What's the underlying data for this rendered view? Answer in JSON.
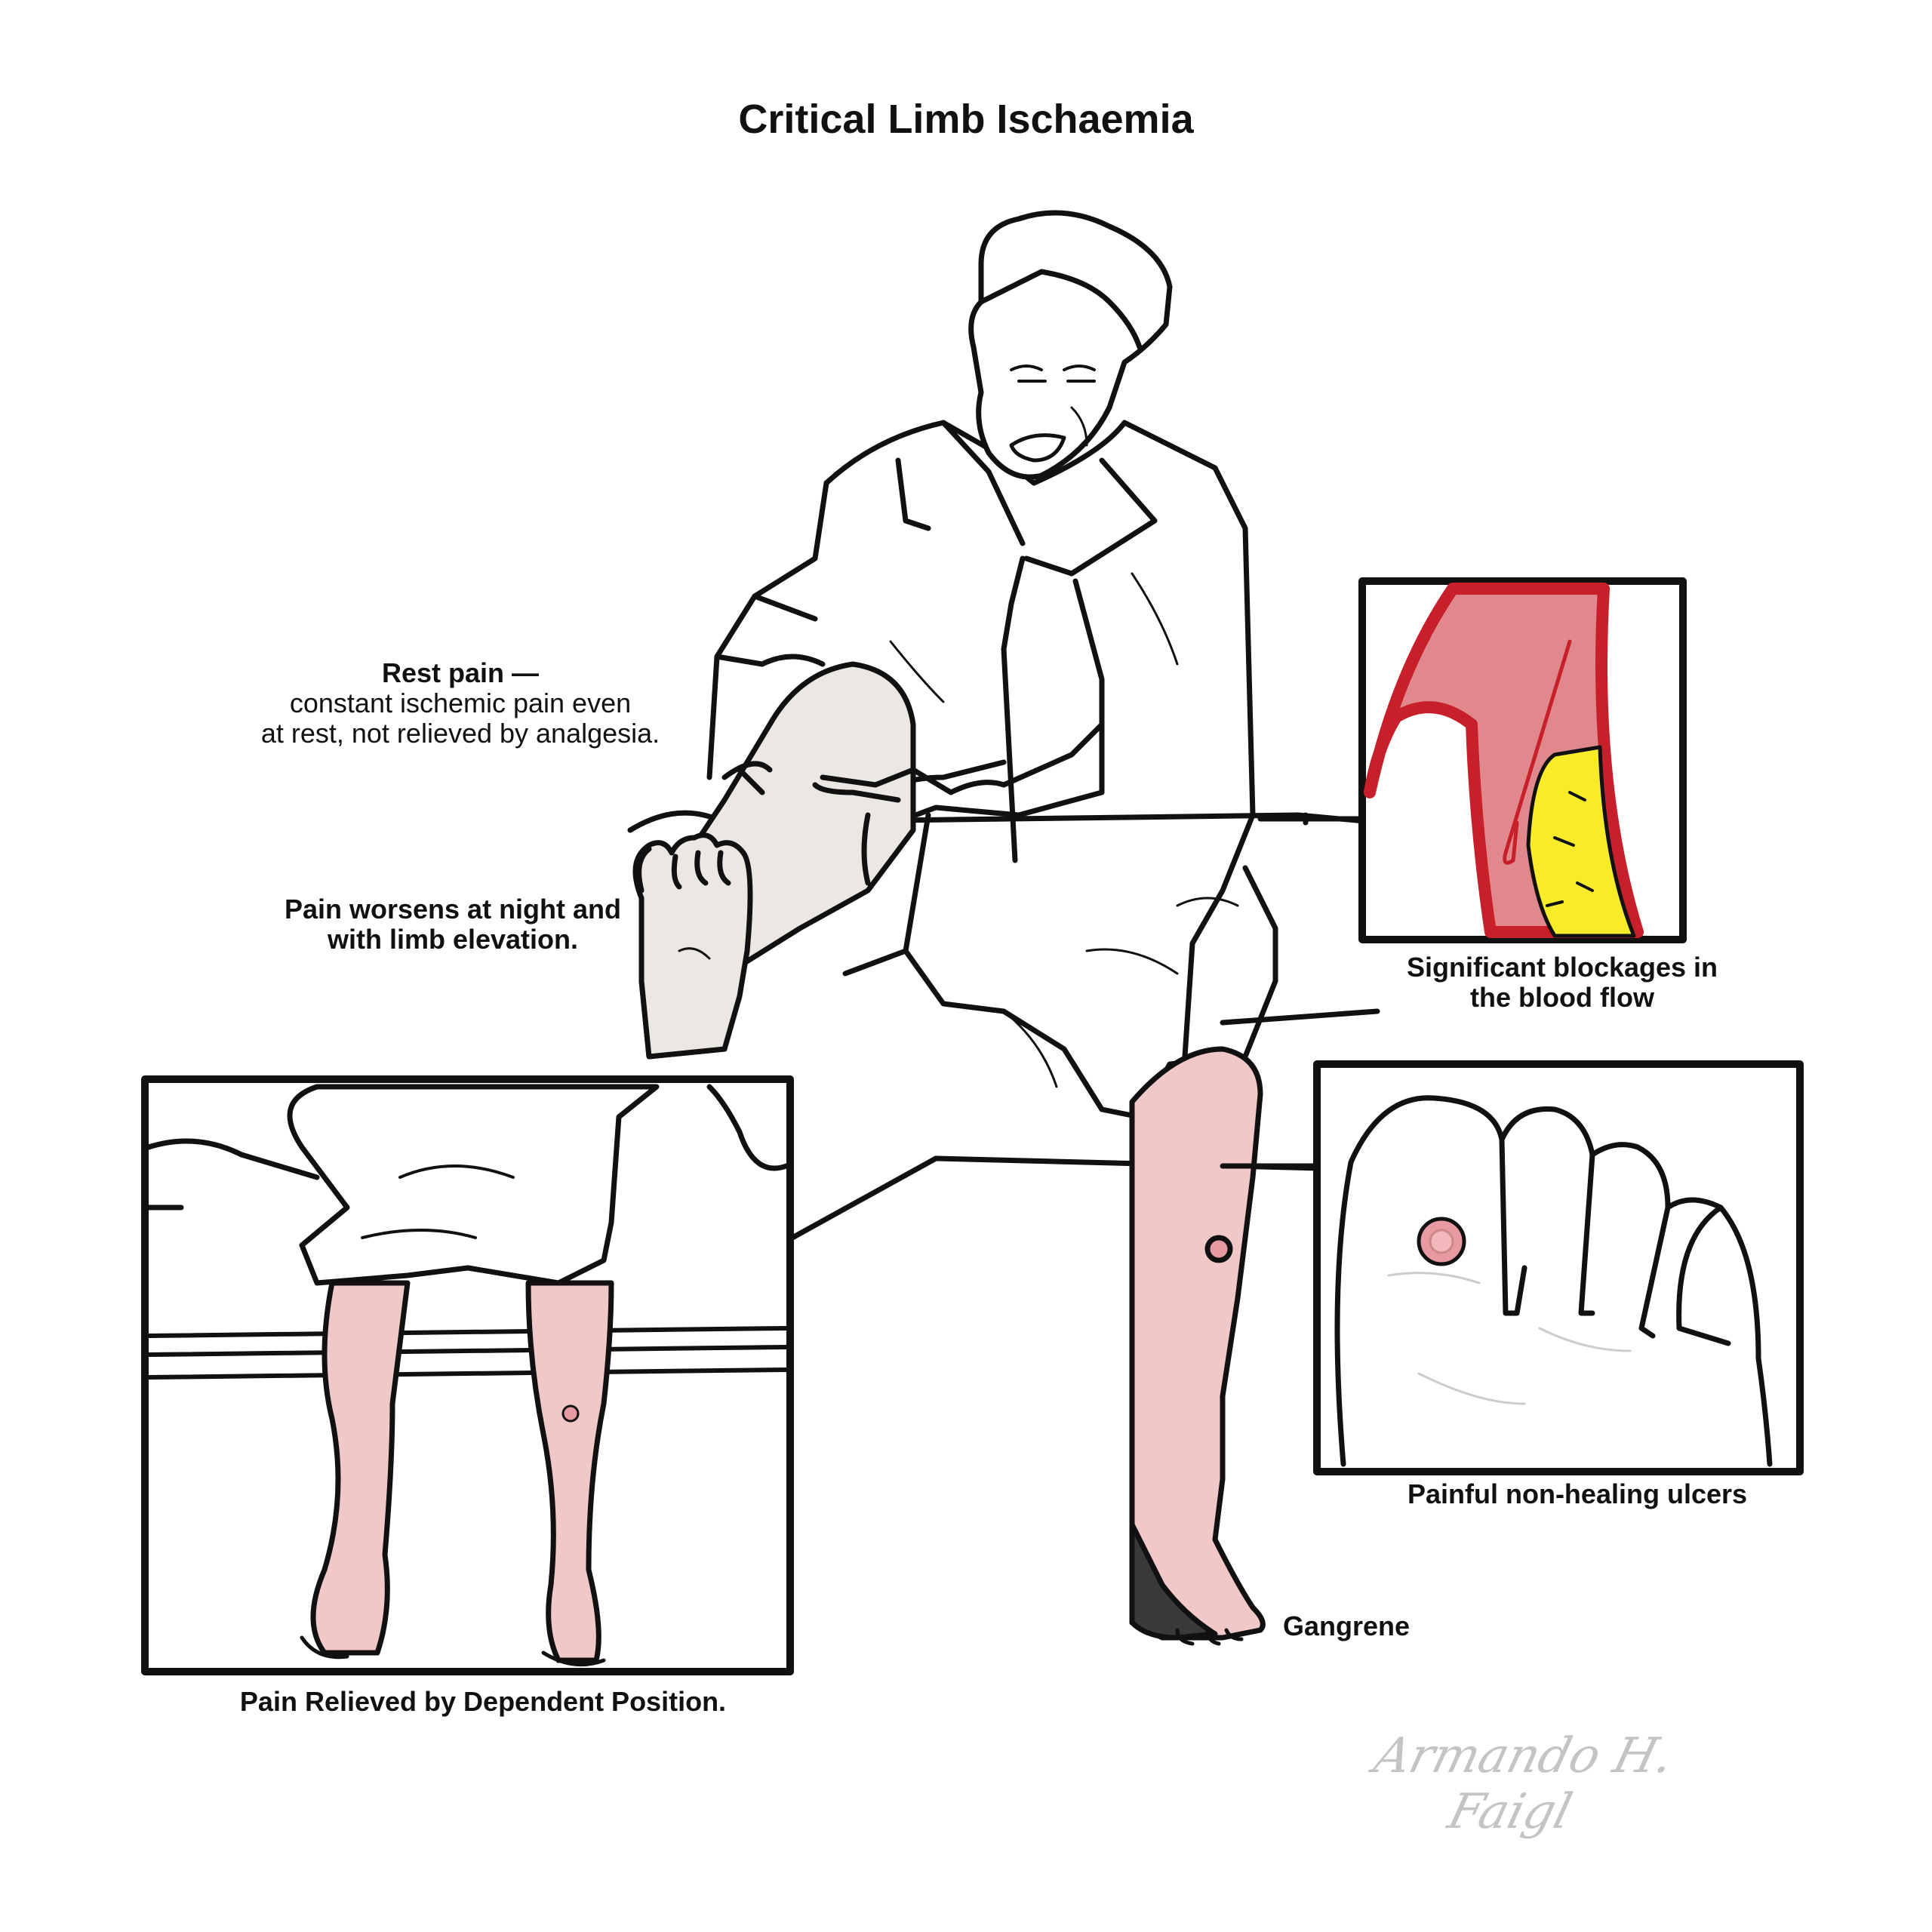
{
  "title": "Critical Limb Ischaemia",
  "labels": {
    "rest_pain_heading": "Rest pain —",
    "rest_pain_line1": "constant ischemic pain even",
    "rest_pain_line2": "at rest, not relieved by analgesia.",
    "night_pain": "Pain worsens at night and\nwith limb elevation.",
    "blockage": "Significant blockages in\nthe blood flow",
    "ulcers": "Painful non-healing ulcers",
    "gangrene": "Gangrene",
    "dependent": "Pain Relieved by Dependent Position."
  },
  "signature": "Armando H. Faigl",
  "colors": {
    "outline": "#111111",
    "pale_skin": "#ebe8e3",
    "pink_skin": "#f0c8c8",
    "vessel": "#e0888c",
    "vessel_wall": "#c8202a",
    "plaque": "#f8ec2a",
    "gangrene": "#3a3a3a",
    "ulcer": "#e89aa2"
  }
}
